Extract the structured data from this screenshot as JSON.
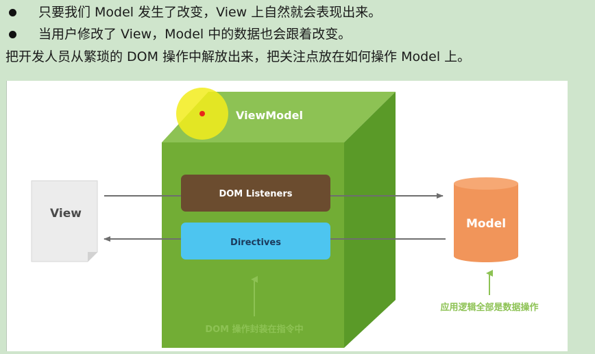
{
  "text": {
    "bullet1": "只要我们 Model 发生了改变，View 上自然就会表现出来。",
    "bullet2": "当用户修改了 View，Model 中的数据也会跟着改变。",
    "line3": "把开发人员从繁琐的 DOM 操作中解放出来，把关注点放在如何操作 Model 上。"
  },
  "diagram": {
    "viewmodel_label": "ViewModel",
    "view_label": "View",
    "dom_listeners_label": "DOM Listeners",
    "directives_label": "Directives",
    "model_label": "Model",
    "model_caption": "应用逻辑全部是数据操作",
    "dom_caption": "DOM 操作封装在指令中"
  },
  "colors": {
    "cube_front": "#72ad35",
    "cube_top": "#8dc254",
    "cube_side": "#5a9a28",
    "dom_listeners_bg": "#6b4c2f",
    "directives_bg": "#4dc5f0",
    "model_body": "#f1955a",
    "caption_green": "#8dc254",
    "arrow_gray": "#6e6e6e",
    "highlight_yellow": "#f2ec1c"
  },
  "icons": {
    "bullet": "filled-circle",
    "highlight": "cursor-highlight-circle"
  }
}
